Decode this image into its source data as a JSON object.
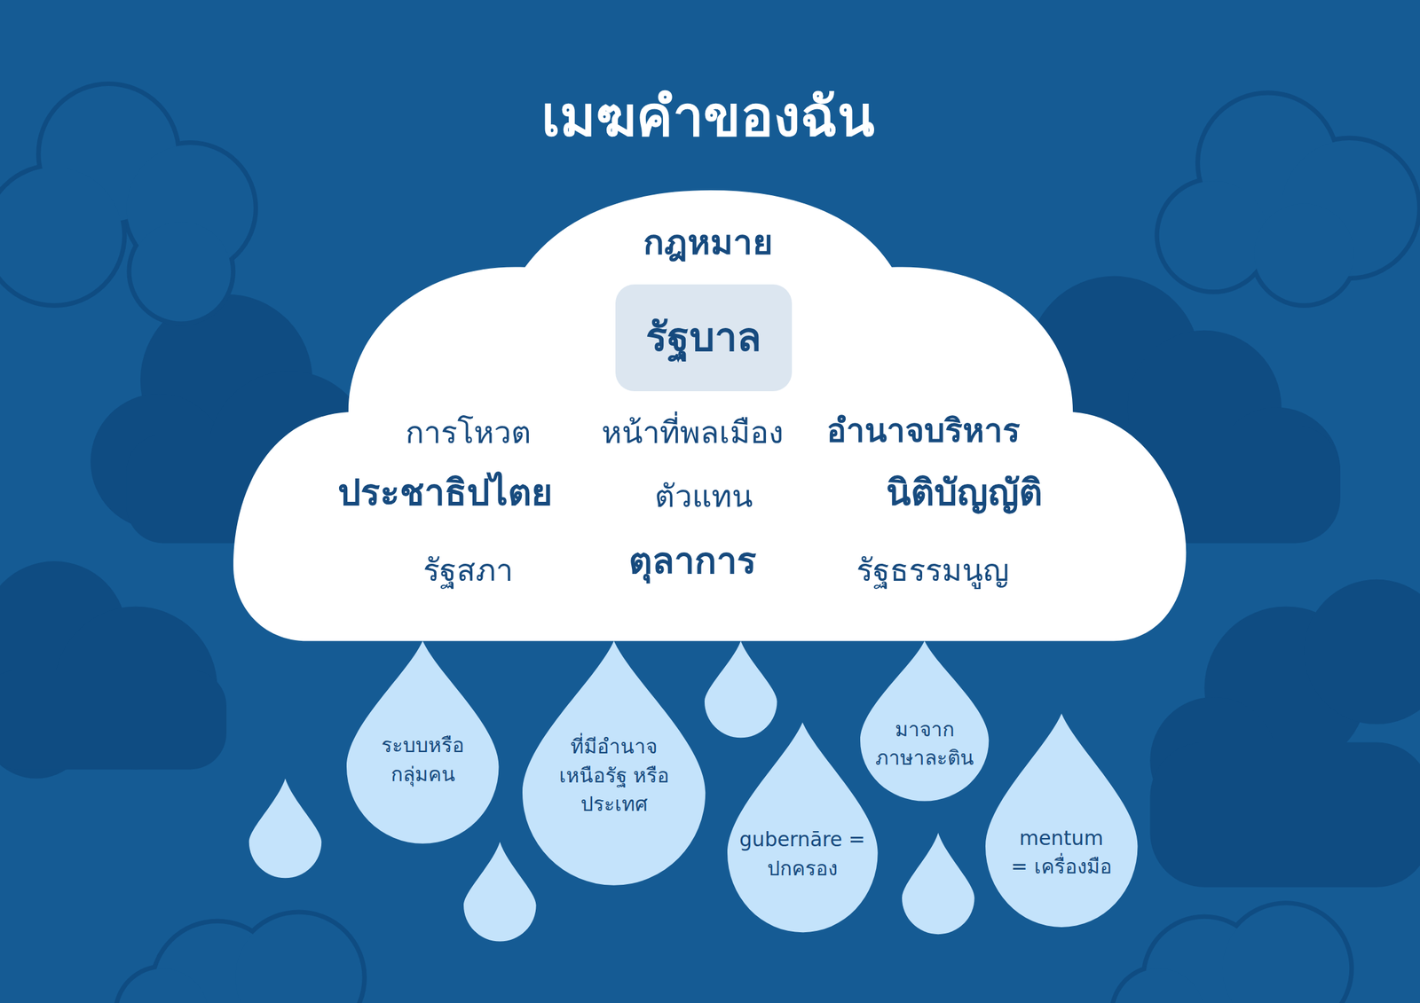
{
  "diagram": {
    "title": "เมฆคำของฉัน",
    "nodes": [
      {
        "text": [
          "กฎหมาย",
          "การโหวต",
          "หน้าที่พลเมือง",
          "อำนาจบริหาร",
          "ประชาธิปไตย",
          "ตัวแทน",
          "นิติบัญญัติ",
          "รัฐสภา",
          "ตุลาการ",
          "รัฐธรรมนูญ"
        ]
      },
      {
        "text": [
          "รัฐบาล"
        ],
        "in": 0
      },
      {
        "text": [
          "ระบบหรือ กลุ่มคน"
        ]
      },
      {
        "text": [
          "ที่มีอำนาจ เหนือรัฐ หรือประเทศ"
        ]
      },
      {
        "text": [
          "มาจาก ภาษาละติน"
        ]
      },
      {
        "text": [
          "gubernāre = ปกครอง"
        ]
      },
      {
        "text": [
          "mentum = เครื่องมือ"
        ]
      }
    ]
  }
}
